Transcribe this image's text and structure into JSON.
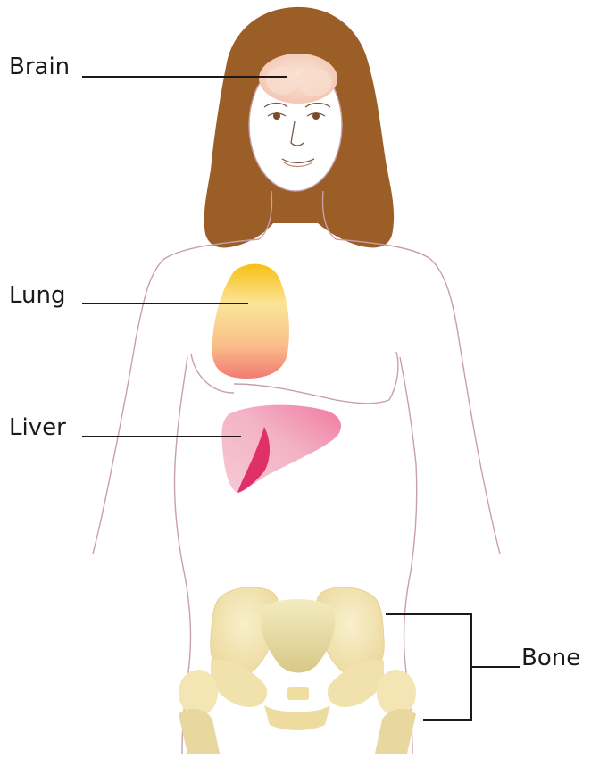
{
  "labels": {
    "brain": "Brain",
    "lung": "Lung",
    "liver": "Liver",
    "bone": "Bone"
  },
  "colors": {
    "hair": "#9a5e26",
    "outline": "#c8a0a8",
    "brain": "#f6d2c0",
    "lung_top": "#f7c21c",
    "lung_bottom": "#f48a7e",
    "liver": "#ef9ab4",
    "liver_dark": "#e0306a",
    "bone": "#f3e6b4",
    "leader": "#1a1a1a"
  }
}
